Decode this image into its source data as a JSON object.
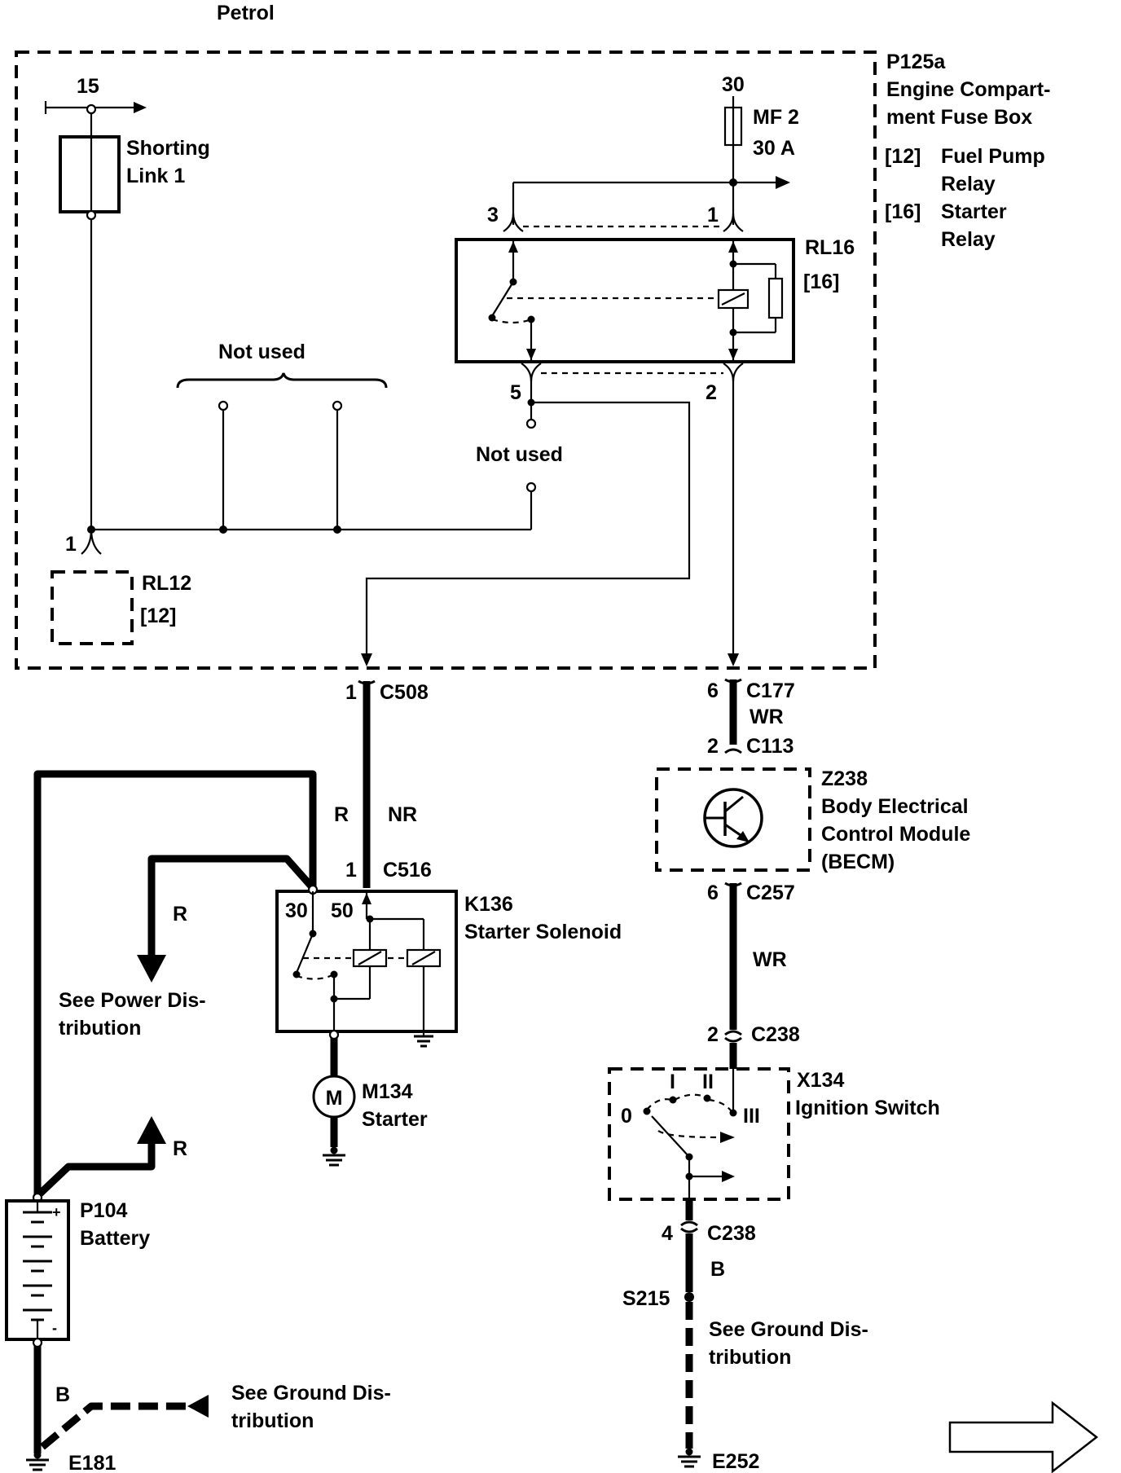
{
  "header": {
    "title": "Petrol"
  },
  "fuse_box": {
    "id": "P125a",
    "name_line1": "Engine Compart-",
    "name_line2": "ment Fuse Box",
    "legend": [
      {
        "key": "[12]",
        "line1": "Fuel Pump",
        "line2": "Relay"
      },
      {
        "key": "[16]",
        "line1": "Starter",
        "line2": "Relay"
      }
    ],
    "terminal_15": "15",
    "terminal_30": "30",
    "fuse_id": "MF 2",
    "fuse_rating": "30 A",
    "shorting_link_line1": "Shorting",
    "shorting_link_line2": "Link 1",
    "not_used_top": "Not used",
    "not_used_middle": "Not used",
    "relay16_id": "RL16",
    "relay16_ref": "[16]",
    "relay12_id": "RL12",
    "relay12_ref": "[12]",
    "pin_3": "3",
    "pin_1_top": "1",
    "pin_5": "5",
    "pin_2": "2",
    "pin_1_rl12": "1"
  },
  "connectors": {
    "c508_pin": "1",
    "c508": "C508",
    "c177_pin": "6",
    "c177": "C177",
    "c113_pin": "2",
    "c113": "C113",
    "c516_pin": "1",
    "c516": "C516",
    "c257_pin": "6",
    "c257": "C257",
    "c238a_pin": "2",
    "c238a": "C238",
    "c238b_pin": "4",
    "c238b": "C238"
  },
  "wires": {
    "wr_upper": "WR",
    "wr_lower": "WR",
    "nr": "NR",
    "r_top": "R",
    "r_left": "R",
    "r_bottom": "R",
    "b_battery": "B",
    "b_ignition": "B"
  },
  "becm": {
    "id": "Z238",
    "line1": "Body Electrical",
    "line2": "Control Module",
    "line3": "(BECM)"
  },
  "solenoid": {
    "id": "K136",
    "name": "Starter Solenoid",
    "term_30": "30",
    "term_50": "50"
  },
  "starter": {
    "id": "M134",
    "name": "Starter",
    "symbol": "M"
  },
  "power_ref": {
    "line1": "See Power Dis-",
    "line2": "tribution"
  },
  "battery": {
    "id": "P104",
    "name": "Battery",
    "plus": "+",
    "minus": "-"
  },
  "ground_left": {
    "line1": "See Ground Dis-",
    "line2": "tribution",
    "ground_id": "E181"
  },
  "ignition": {
    "id": "X134",
    "name": "Ignition Switch",
    "pos_0": "0",
    "pos_1": "I",
    "pos_2": "II",
    "pos_3": "III"
  },
  "splice": {
    "id": "S215"
  },
  "ground_right": {
    "line1": "See Ground Dis-",
    "line2": "tribution",
    "ground_id": "E252"
  },
  "icons": [
    "ground-symbol",
    "connector-symbol",
    "next-page-arrow"
  ],
  "colors": {
    "line": "#000000",
    "background": "#ffffff"
  }
}
